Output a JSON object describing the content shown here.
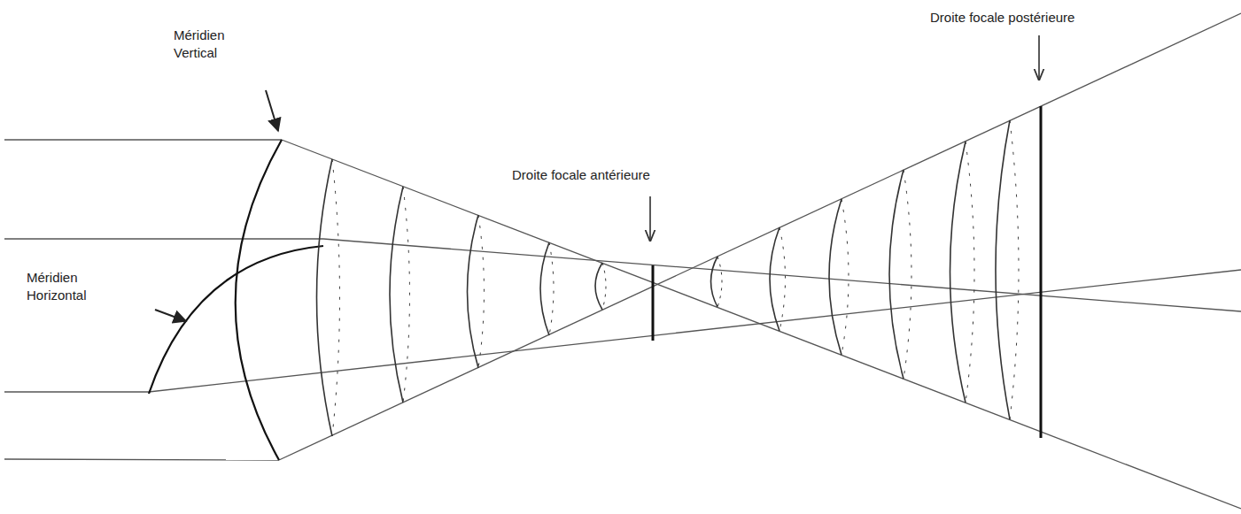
{
  "diagram": {
    "labels": [
      "Méridien Vertical",
      "Méridien Horizontal",
      "Droite focale antérieure",
      "Droite focale postérieure"
    ]
  }
}
